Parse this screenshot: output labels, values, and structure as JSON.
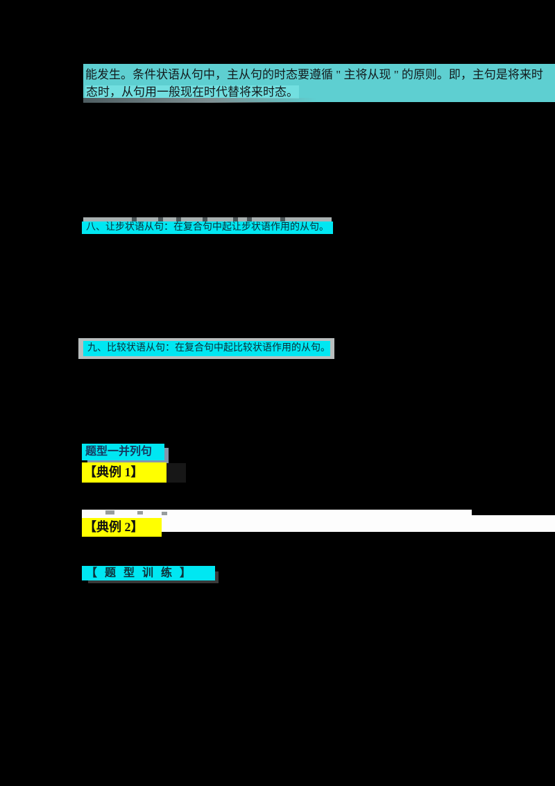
{
  "document": {
    "paragraph": {
      "line1": "能发生。条件状语从句中，主从句的时态要遵循 \" 主将从现 \" 的原则。即，主句是将来时",
      "line2": "态时，从句用一般现在时代替将来时态。"
    },
    "headings": {
      "concession": "八、让步状语从句：在复合句中起让步状语作用的从句。",
      "comparison": "九、比较状语从句：在复合句中起比较状语作用的从句。",
      "question_type": "题型一并列句",
      "example1": "【典例 1】",
      "example2": "【典例 2】",
      "training": "【题型训练】"
    }
  },
  "colors": {
    "page_background": "#000000",
    "turquoise_highlight": "#5ecfd1",
    "cyan_highlight": "#00e7f2",
    "yellow_highlight": "#ffff00",
    "white_strip": "#fdfdfd",
    "navy_text": "#17375e",
    "dark_text": "#0a2e38",
    "shadow_blue_gray": "#8497ad",
    "shadow_dark_gray": "#3a3a3a",
    "artifact_gray": "#a9b1b1"
  }
}
